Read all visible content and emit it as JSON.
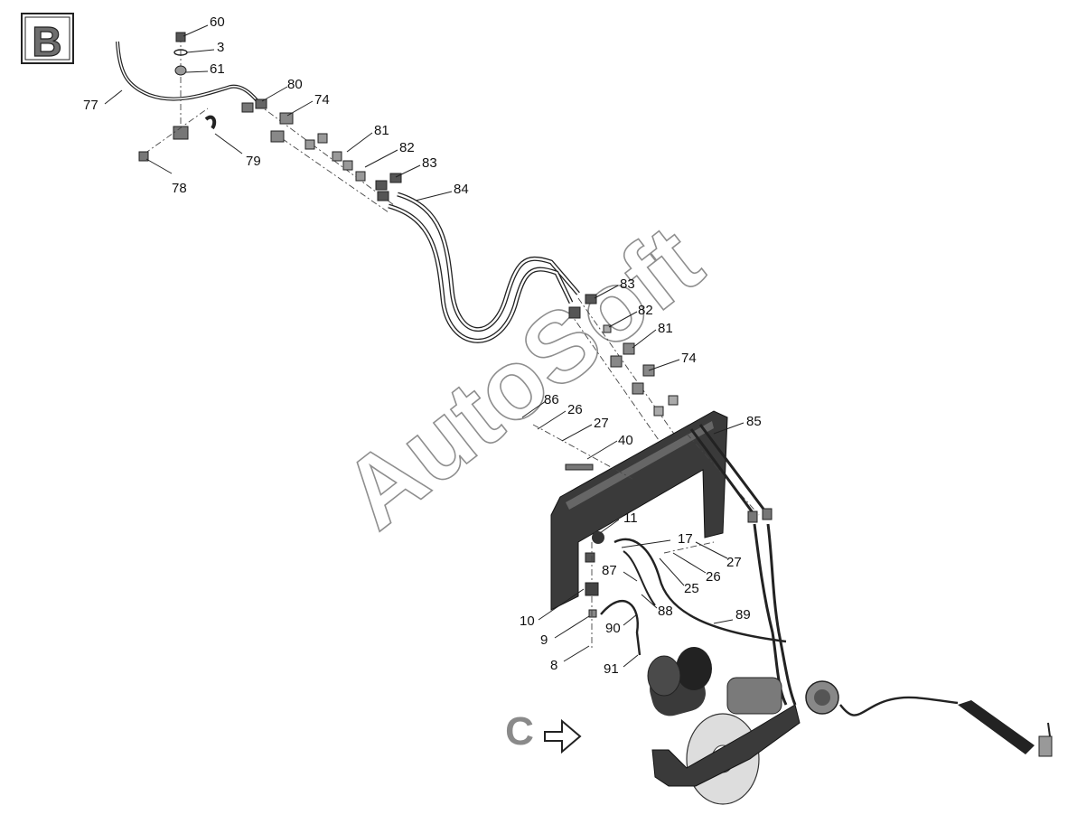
{
  "section_badge": "B",
  "next_section_marker": "C",
  "watermark": "AutoSoft",
  "callouts": [
    "60",
    "3",
    "61",
    "77",
    "80",
    "74",
    "79",
    "78",
    "81",
    "82",
    "83",
    "84",
    "83",
    "82",
    "81",
    "74",
    "86",
    "26",
    "27",
    "40",
    "85",
    "11",
    "17",
    "87",
    "27",
    "26",
    "25",
    "10",
    "88",
    "89",
    "90",
    "9",
    "8",
    "91"
  ],
  "colors": {
    "line": "#222222",
    "part": "#3a3a3a",
    "badge_fill": "#6e6e6e",
    "marker_fill": "#8a8a8a"
  },
  "icons": {
    "next_section_arrow": "right-arrow-outline-icon"
  }
}
